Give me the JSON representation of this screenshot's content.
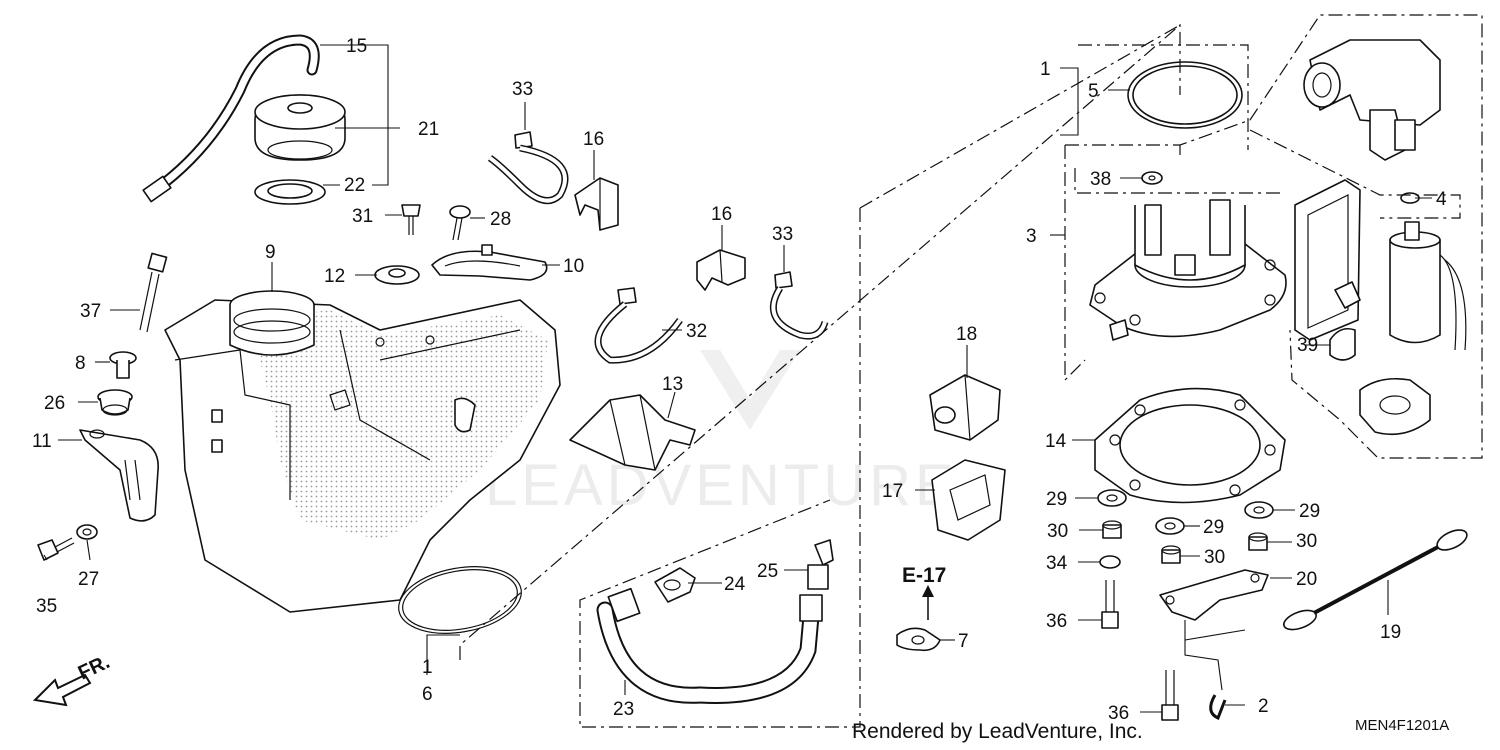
{
  "diagram": {
    "callouts": [
      {
        "id": "c15",
        "text": "15"
      },
      {
        "id": "c21",
        "text": "21"
      },
      {
        "id": "c22",
        "text": "22"
      },
      {
        "id": "c33a",
        "text": "33"
      },
      {
        "id": "c16a",
        "text": "16"
      },
      {
        "id": "c31",
        "text": "31"
      },
      {
        "id": "c28",
        "text": "28"
      },
      {
        "id": "c10",
        "text": "10"
      },
      {
        "id": "c12",
        "text": "12"
      },
      {
        "id": "c9",
        "text": "9"
      },
      {
        "id": "c37",
        "text": "37"
      },
      {
        "id": "c8",
        "text": "8"
      },
      {
        "id": "c26",
        "text": "26"
      },
      {
        "id": "c11",
        "text": "11"
      },
      {
        "id": "c27",
        "text": "27"
      },
      {
        "id": "c35",
        "text": "35"
      },
      {
        "id": "c16b",
        "text": "16"
      },
      {
        "id": "c33b",
        "text": "33"
      },
      {
        "id": "c32",
        "text": "32"
      },
      {
        "id": "c13",
        "text": "13"
      },
      {
        "id": "c18",
        "text": "18"
      },
      {
        "id": "c17",
        "text": "17"
      },
      {
        "id": "c1a",
        "text": "1"
      },
      {
        "id": "c6",
        "text": "6"
      },
      {
        "id": "c24",
        "text": "24"
      },
      {
        "id": "c25",
        "text": "25"
      },
      {
        "id": "c23",
        "text": "23"
      },
      {
        "id": "c7",
        "text": "7"
      },
      {
        "id": "c1b",
        "text": "1"
      },
      {
        "id": "c5",
        "text": "5"
      },
      {
        "id": "c38",
        "text": "38"
      },
      {
        "id": "c3",
        "text": "3"
      },
      {
        "id": "c4",
        "text": "4"
      },
      {
        "id": "c39",
        "text": "39"
      },
      {
        "id": "c14",
        "text": "14"
      },
      {
        "id": "c29a",
        "text": "29"
      },
      {
        "id": "c29b",
        "text": "29"
      },
      {
        "id": "c29c",
        "text": "29"
      },
      {
        "id": "c30a",
        "text": "30"
      },
      {
        "id": "c30b",
        "text": "30"
      },
      {
        "id": "c30c",
        "text": "30"
      },
      {
        "id": "c34",
        "text": "34"
      },
      {
        "id": "c20",
        "text": "20"
      },
      {
        "id": "c36a",
        "text": "36"
      },
      {
        "id": "c36b",
        "text": "36"
      },
      {
        "id": "c19",
        "text": "19"
      },
      {
        "id": "c2",
        "text": "2"
      }
    ],
    "reference_label": "E-17",
    "front_arrow_label": "FR.",
    "credit": "Rendered by LeadVenture, Inc.",
    "diagram_code": "MEN4F1201A",
    "watermark": "LEADVENTURE"
  }
}
